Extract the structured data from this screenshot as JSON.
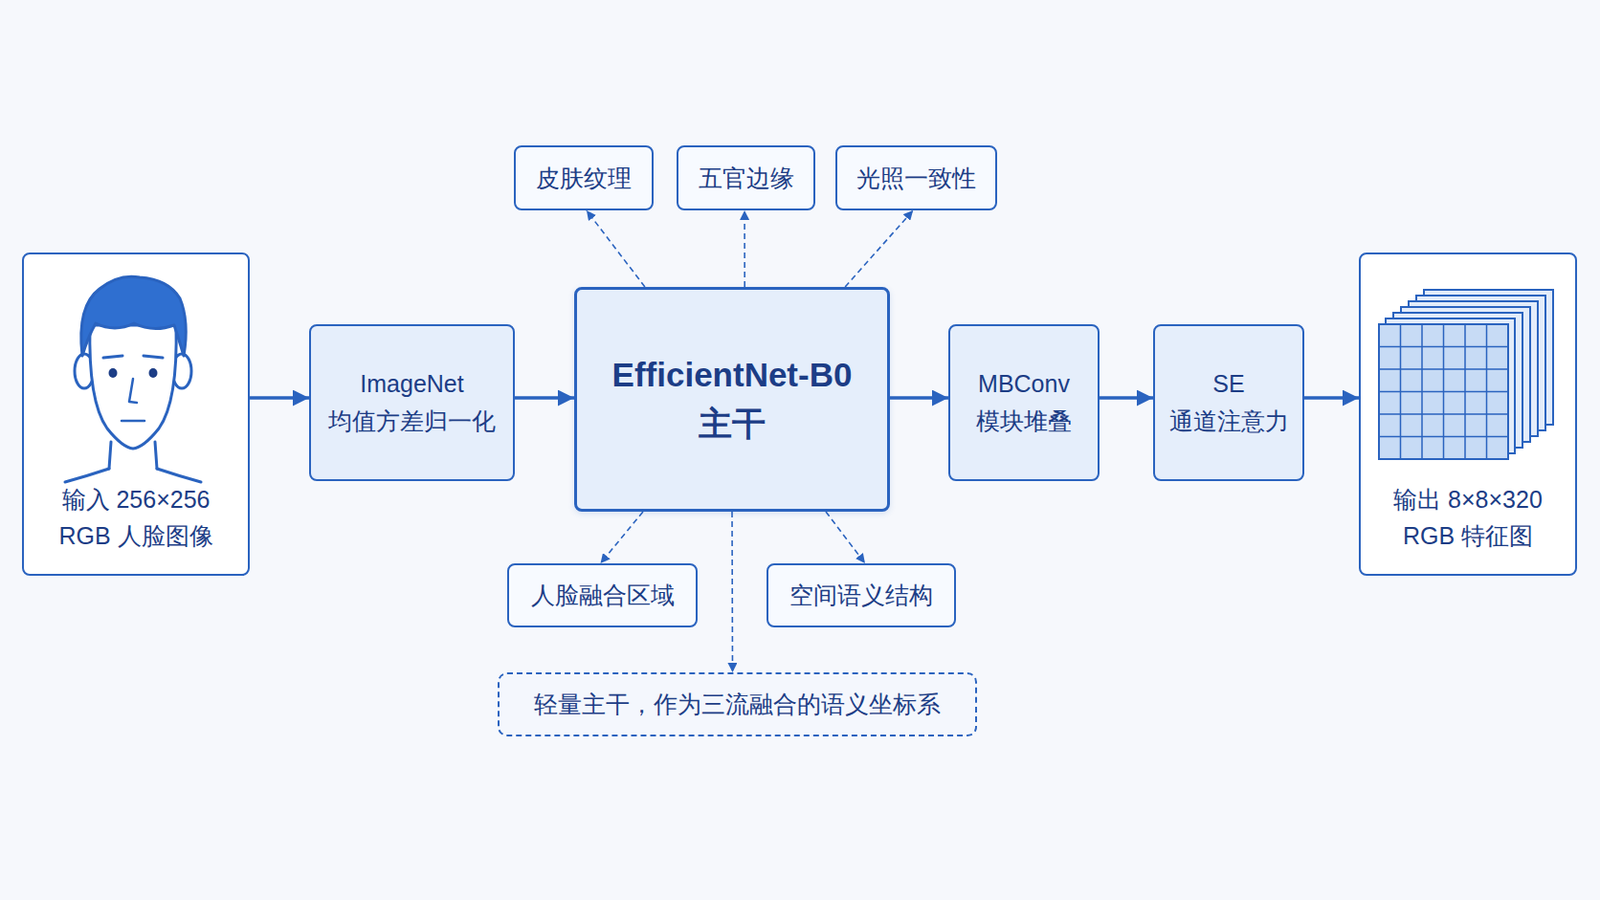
{
  "diagram": {
    "nodes": [
      {
        "text": [
          "皮肤纹理"
        ]
      },
      {
        "text": [
          "五官边缘"
        ]
      },
      {
        "text": [
          "光照一致性"
        ]
      },
      {
        "text": [
          "输入 256×256 RGB 人脸图像"
        ]
      },
      {
        "text": [
          "ImageNet 均值方差归一化"
        ]
      },
      {
        "text": [
          "EfficientNet-B0 主干"
        ]
      },
      {
        "text": [
          "MBConv 模块堆叠"
        ]
      },
      {
        "text": [
          "SE 通道注意力"
        ]
      },
      {
        "text": [
          "输出 8×8×320 RGB 特征图"
        ]
      },
      {
        "text": [
          "人脸融合区域"
        ]
      },
      {
        "text": [
          "空间语义结构"
        ]
      },
      {
        "text": [
          "轻量主干，作为三流融合的语义坐标系"
        ]
      }
    ],
    "edges": [
      {
        "from": 3,
        "to": 4,
        "arrow": "to"
      },
      {
        "from": 4,
        "to": 5,
        "arrow": "to"
      },
      {
        "from": 5,
        "to": 6,
        "arrow": "to"
      },
      {
        "from": 6,
        "to": 7,
        "arrow": "to"
      },
      {
        "from": 7,
        "to": 8,
        "arrow": "to"
      },
      {
        "from": 5,
        "to": 0,
        "arrow": "to"
      },
      {
        "from": 5,
        "to": 1,
        "arrow": "to"
      },
      {
        "from": 5,
        "to": 2,
        "arrow": "to"
      },
      {
        "from": 5,
        "to": 9,
        "arrow": "to"
      },
      {
        "from": 5,
        "to": 10,
        "arrow": "to"
      },
      {
        "from": 5,
        "to": 11,
        "arrow": "to"
      }
    ]
  }
}
